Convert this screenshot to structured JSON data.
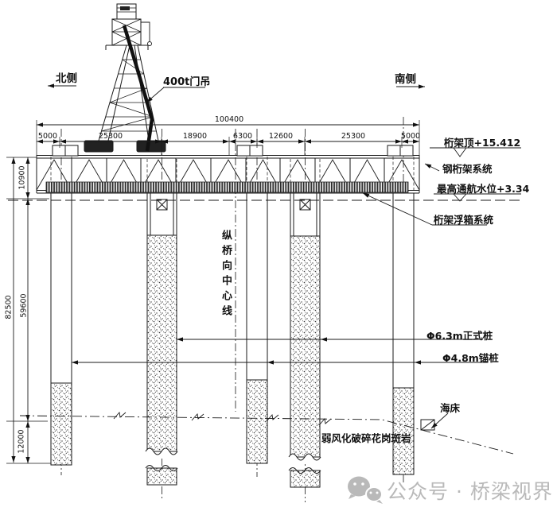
{
  "labels": {
    "north": "北侧",
    "south": "南侧",
    "crane": "400t门吊",
    "bridge_centerline": "纵桥向中心线",
    "truss_top_elevation": "桁架顶+15.412",
    "steel_truss_system": "钢桁架系统",
    "max_navigable_water_level": "最高通航水位+3.34",
    "truss_pontoon_system": "桁架浮箱系统",
    "main_pile": "Φ6.3m正式桩",
    "anchor_pile": "Φ4.8m锚桩",
    "seabed": "海床",
    "bedrock": "弱风化破碎花岗斑岩"
  },
  "dimensions": {
    "total_width": "100400",
    "segments": [
      "5000",
      "25300",
      "18900",
      "6300",
      "12600",
      "25300",
      "5000"
    ],
    "overall_height": "82500",
    "truss_to_water": "10900",
    "water_to_seabed": "59600",
    "rock_socket": "12000"
  },
  "watermark": {
    "source": "公众号 · 桥梁视界"
  },
  "colors": {
    "line": "#1a1a1a",
    "watermark": "#b9b9b9"
  }
}
